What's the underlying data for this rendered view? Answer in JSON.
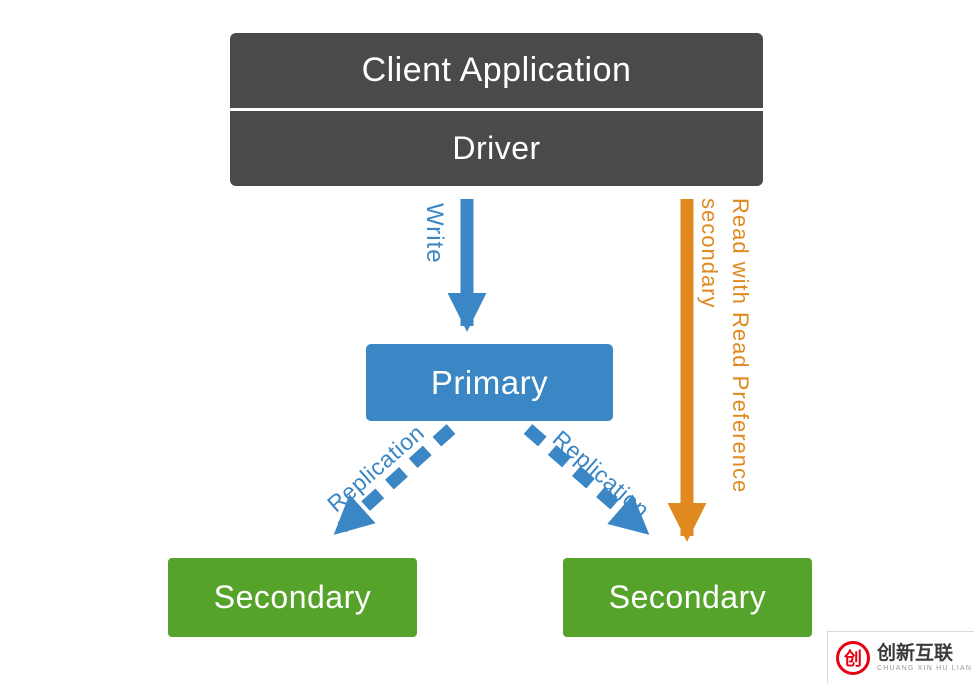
{
  "diagram": {
    "client_box": {
      "title": "Client Application",
      "subtitle": "Driver"
    },
    "nodes": {
      "primary": "Primary",
      "secondary_left": "Secondary",
      "secondary_right": "Secondary"
    },
    "arrows": {
      "write_label": "Write",
      "read_label_line1": "Read with Read Preference",
      "read_label_line2": "secondary",
      "replication_left": "Replication",
      "replication_right": "Replication"
    },
    "colors": {
      "dark": "#4c4a48",
      "blue": "#3b86c4",
      "green": "#56a32c",
      "orange": "#e0891f"
    }
  },
  "watermark": {
    "name": "创新互联",
    "subtext": "CHUANG XIN HU LIAN"
  }
}
